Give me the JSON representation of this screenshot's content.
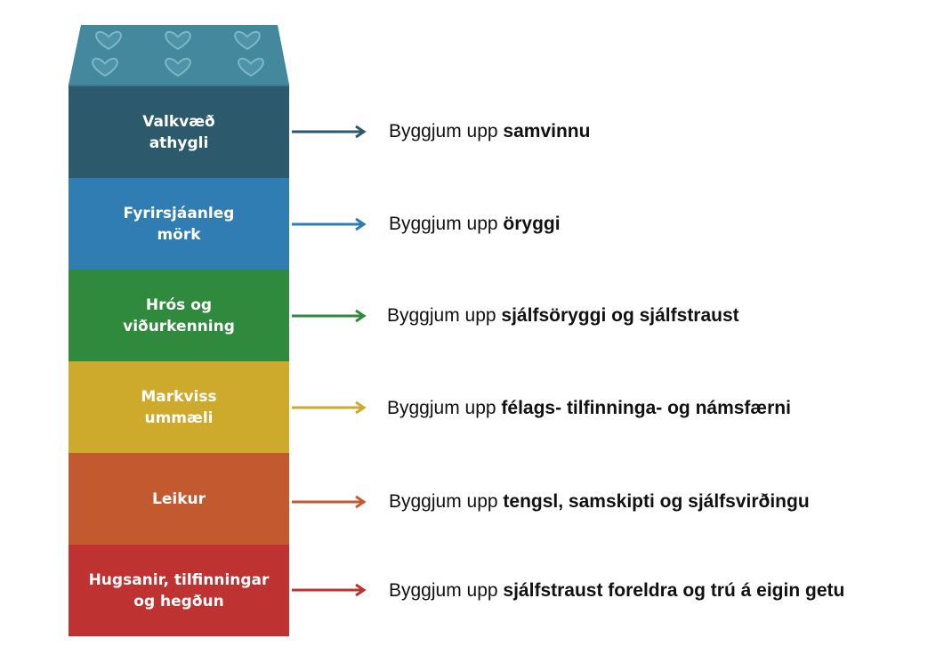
{
  "diagram": {
    "layers": [
      {
        "label": "Valkvæð\nathygli",
        "color": "#2c5a6c",
        "prefix": "Byggjum upp",
        "highlight": "samvinnu"
      },
      {
        "label": "Fyrirsjáanleg\nmörk",
        "color": "#2f7db2",
        "prefix": "Byggjum upp",
        "highlight": "öryggi"
      },
      {
        "label": "Hrós og\nviðurkenning",
        "color": "#2f8a3e",
        "prefix": "Byggjum upp",
        "highlight": "sjálfsöryggi og sjálfstraust"
      },
      {
        "label": "Markviss\nummæli",
        "color": "#ceaa2c",
        "prefix": "Byggjum upp",
        "highlight": "félags- tilfinninga- og námsfærni"
      },
      {
        "label": "Leikur",
        "color": "#c35a2f",
        "prefix": "Byggjum upp",
        "highlight": "tengsl, samskipti og sjálfsvirðingu"
      },
      {
        "label": "Hugsanir, tilfinningar\nog hegðun",
        "color": "#bf3232",
        "prefix": "Byggjum upp",
        "highlight": "sjálfstraust foreldra og trú á eigin getu"
      }
    ],
    "top_color": "#44889e",
    "top_heart_icon": "heart-icon"
  }
}
